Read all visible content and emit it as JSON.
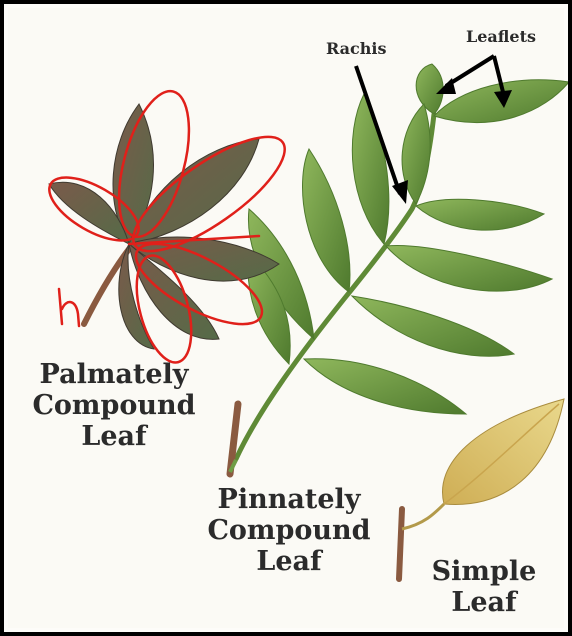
{
  "labels": {
    "rachis": "Rachis",
    "leaflets": "Leaflets",
    "palmately": [
      "Palmately",
      "Compound",
      "Leaf"
    ],
    "pinnately": [
      "Pinnately",
      "Compound",
      "Leaf"
    ],
    "simple": [
      "Simple",
      "Leaf"
    ]
  },
  "colors": {
    "leaf_green": "#6f9e46",
    "leaf_green_dark": "#4f7a2e",
    "palmate_brown": "#6b5142",
    "palmate_green": "#586d4c",
    "simple_yellow": "#dcc167",
    "stem_brown": "#8a5a40",
    "annotation_red": "#e0201a",
    "arrow_black": "#000000"
  },
  "annotation": {
    "handwritten_mark": "h"
  }
}
